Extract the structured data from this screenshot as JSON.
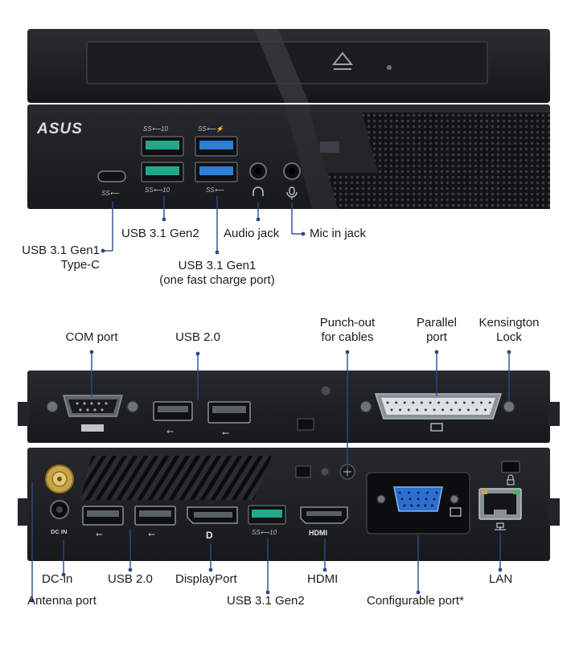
{
  "device": {
    "brand": "ASUS",
    "port_marks": {
      "ss10": "SS⟵10",
      "ss_bolt": "SS⟵⚡",
      "ss": "SS⟵",
      "dp": "D",
      "hdmi": "HDMI",
      "dcin": "DC IN"
    }
  },
  "front_labels": {
    "usb31_gen1_typec_line1": "USB 3.1 Gen1",
    "usb31_gen1_typec_line2": "Type-C",
    "usb31_gen2": "USB 3.1 Gen2",
    "audio_jack": "Audio jack",
    "mic_in_jack": "Mic in jack",
    "usb31_gen1_line1": "USB 3.1 Gen1",
    "usb31_gen1_line2": "(one fast charge port)"
  },
  "rear_labels": {
    "com_port": "COM port",
    "usb20_top": "USB 2.0",
    "punch_out_line1": "Punch-out",
    "punch_out_line2": "for cables",
    "parallel_line1": "Parallel",
    "parallel_line2": "port",
    "kensington_line1": "Kensington",
    "kensington_line2": "Lock",
    "dc_in": "DC-in",
    "usb20_bottom": "USB 2.0",
    "displayport": "DisplayPort",
    "hdmi": "HDMI",
    "lan": "LAN",
    "antenna_port": "Antenna port",
    "usb31_gen2": "USB 3.1 Gen2",
    "configurable_port": "Configurable port*"
  },
  "colors": {
    "chassis": "#1d1f22",
    "chassis_dark": "#111214",
    "leader": "#2b4a8c",
    "usb_teal": "#23a88d",
    "usb_blue": "#2d7fd6",
    "vga_blue": "#2b6fd1",
    "gold": "#c9a547"
  }
}
